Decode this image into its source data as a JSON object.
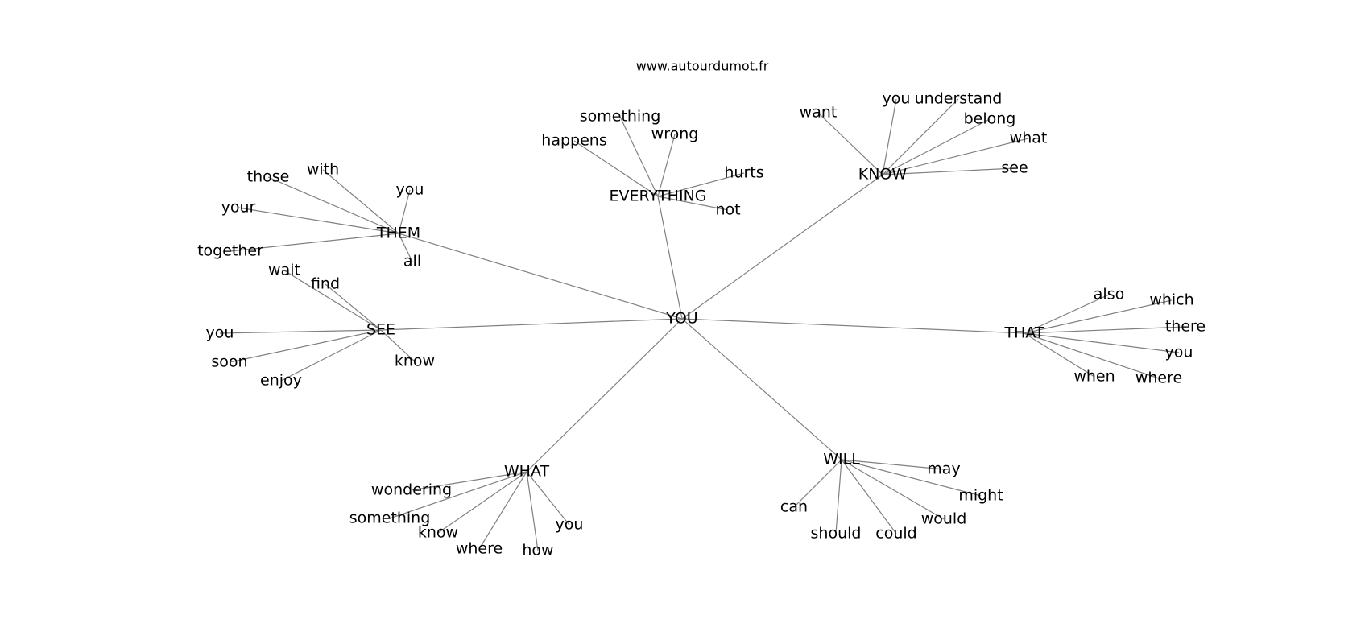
{
  "caption": "www.autourdumot.fr",
  "graph": {
    "center": "YOU",
    "hubs": [
      {
        "id": "everything",
        "label": "EVERYTHING",
        "leaves": [
          "something",
          "wrong",
          "happens",
          "hurts",
          "not"
        ]
      },
      {
        "id": "know",
        "label": "KNOW",
        "leaves": [
          "want",
          "you",
          "understand",
          "belong",
          "what",
          "see"
        ]
      },
      {
        "id": "them",
        "label": "THEM",
        "leaves": [
          "with",
          "those",
          "you",
          "your",
          "together",
          "all"
        ]
      },
      {
        "id": "see",
        "label": "SEE",
        "leaves": [
          "wait",
          "find",
          "you",
          "soon",
          "enjoy",
          "know"
        ]
      },
      {
        "id": "that",
        "label": "THAT",
        "leaves": [
          "also",
          "which",
          "there",
          "you",
          "when",
          "where"
        ]
      },
      {
        "id": "what",
        "label": "WHAT",
        "leaves": [
          "wondering",
          "something",
          "know",
          "where",
          "how",
          "you"
        ]
      },
      {
        "id": "will",
        "label": "WILL",
        "leaves": [
          "may",
          "might",
          "would",
          "could",
          "should",
          "can"
        ]
      }
    ]
  }
}
